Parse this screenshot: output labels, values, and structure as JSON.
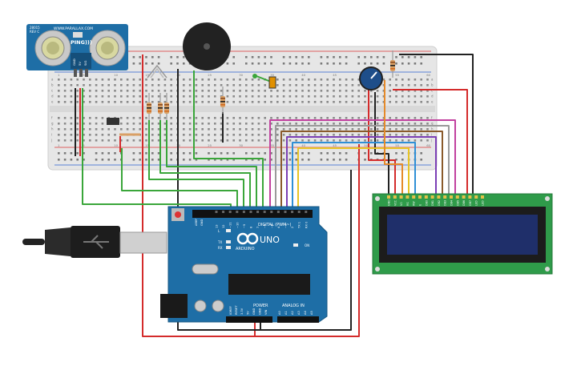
{
  "sensor": {
    "brand": "WWW.PARALLAX.COM",
    "model": "PING)))",
    "part": "28015",
    "rev": "REV C",
    "pin_labels": [
      "GND",
      "5V",
      "SIG"
    ]
  },
  "arduino": {
    "model_text": "UNO",
    "brand_text": "ARDUINO",
    "digital_label": "DIGITAL (PWM~)",
    "power_label": "POWER",
    "analog_label": "ANALOG IN",
    "on_label": "ON",
    "tx_label": "TX",
    "rx_label": "RX",
    "l_label": "L",
    "aref_label": "AREF",
    "gnd_label": "GND",
    "ioref_label": "IOREF",
    "reset_label": "RESET",
    "power_pins": [
      "3.3V",
      "5V",
      "GND",
      "GND",
      "VIN"
    ],
    "analog_pins": [
      "A0",
      "A1",
      "A2",
      "A3",
      "A4",
      "A5"
    ],
    "digital_pins": [
      "13",
      "12",
      "~11",
      "~10",
      "~9",
      "8",
      "7",
      "~6",
      "~5",
      "4",
      "~3",
      "2",
      "TX 1",
      "RX 0"
    ]
  },
  "lcd": {
    "pin_labels": [
      "GND",
      "VCC",
      "V0",
      "RS",
      "RW",
      "E",
      "DB0",
      "DB1",
      "DB2",
      "DB3",
      "DB4",
      "DB5",
      "DB6",
      "DB7",
      "LED",
      "LED"
    ]
  },
  "breadboard": {
    "row_letters": [
      "a",
      "b",
      "c",
      "d",
      "e",
      "f",
      "g",
      "h",
      "i",
      "j"
    ],
    "col_numbers": [
      "1",
      "5",
      "10",
      "15",
      "20",
      "25",
      "30",
      "35",
      "40",
      "45",
      "50",
      "55",
      "60"
    ]
  },
  "colors": {
    "wire_red": "#d42b2b",
    "wire_black": "#222222",
    "wire_green": "#3aa63a",
    "wire_magenta": "#c2419f",
    "wire_purple": "#7b3fb5",
    "wire_brown": "#8a5a2b",
    "wire_grey": "#9a9a9a",
    "wire_orange": "#e58a2a",
    "wire_yellow": "#e7c425",
    "wire_blue": "#2f8fd6",
    "wire_cyan": "#3fb6c8",
    "board_blue": "#1e6ea6",
    "lcd_green": "#2f9b4a",
    "lcd_screen": "#1f2f6a",
    "breadboard": "#e9e9e9"
  }
}
